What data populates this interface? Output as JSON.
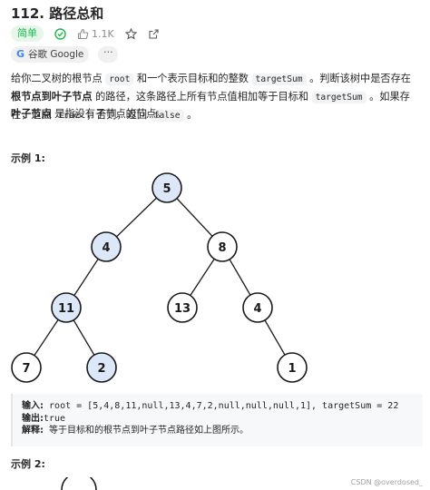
{
  "problem": {
    "title": "112. 路径总和",
    "difficulty": "简单",
    "likes": "1.1K",
    "google_tag": "谷歌 Google",
    "more": "···"
  },
  "description": {
    "p1_a": "给你二叉树的根节点 ",
    "p1_code1": "root",
    "p1_b": " 和一个表示目标和的整数 ",
    "p1_code2": "targetSum",
    "p1_c": " 。判断该树中是否存在 ",
    "p1_bold": "根节点到叶子节点",
    "p1_d": " 的路径，这条路径上所有节点值相加等于目标和 ",
    "p1_code3": "targetSum",
    "p1_e": " 。如果存在，返回 ",
    "p1_code4": "true",
    "p1_f": " ；否则，返回 ",
    "p1_code5": "false",
    "p1_g": " 。",
    "p2_bold": "叶子节点",
    "p2_rest": " 是指没有子节点的节点。"
  },
  "example1": {
    "label": "示例 1:",
    "input_label": "输入:",
    "input_value": "root = [5,4,8,11,null,13,4,7,2,null,null,null,1], targetSum = 22",
    "output_label": "输出:",
    "output_value": "true",
    "explain_label": "解释:",
    "explain_value": "等于目标和的根节点到叶子节点路径如上图所示。"
  },
  "example2": {
    "label": "示例 2:"
  },
  "tree": {
    "highlight_color": "#dce8f8",
    "nodes": [
      {
        "value": "5",
        "highlighted": true
      },
      {
        "value": "4",
        "highlighted": true
      },
      {
        "value": "8",
        "highlighted": false
      },
      {
        "value": "11",
        "highlighted": true
      },
      {
        "value": "13",
        "highlighted": false
      },
      {
        "value": "4",
        "highlighted": false
      },
      {
        "value": "7",
        "highlighted": false
      },
      {
        "value": "2",
        "highlighted": true
      },
      {
        "value": "1",
        "highlighted": false
      }
    ]
  },
  "watermark": "CSDN @overdosed_",
  "colors": {
    "easy_green": "#1cb84d",
    "accent": "#1a1a1a"
  }
}
